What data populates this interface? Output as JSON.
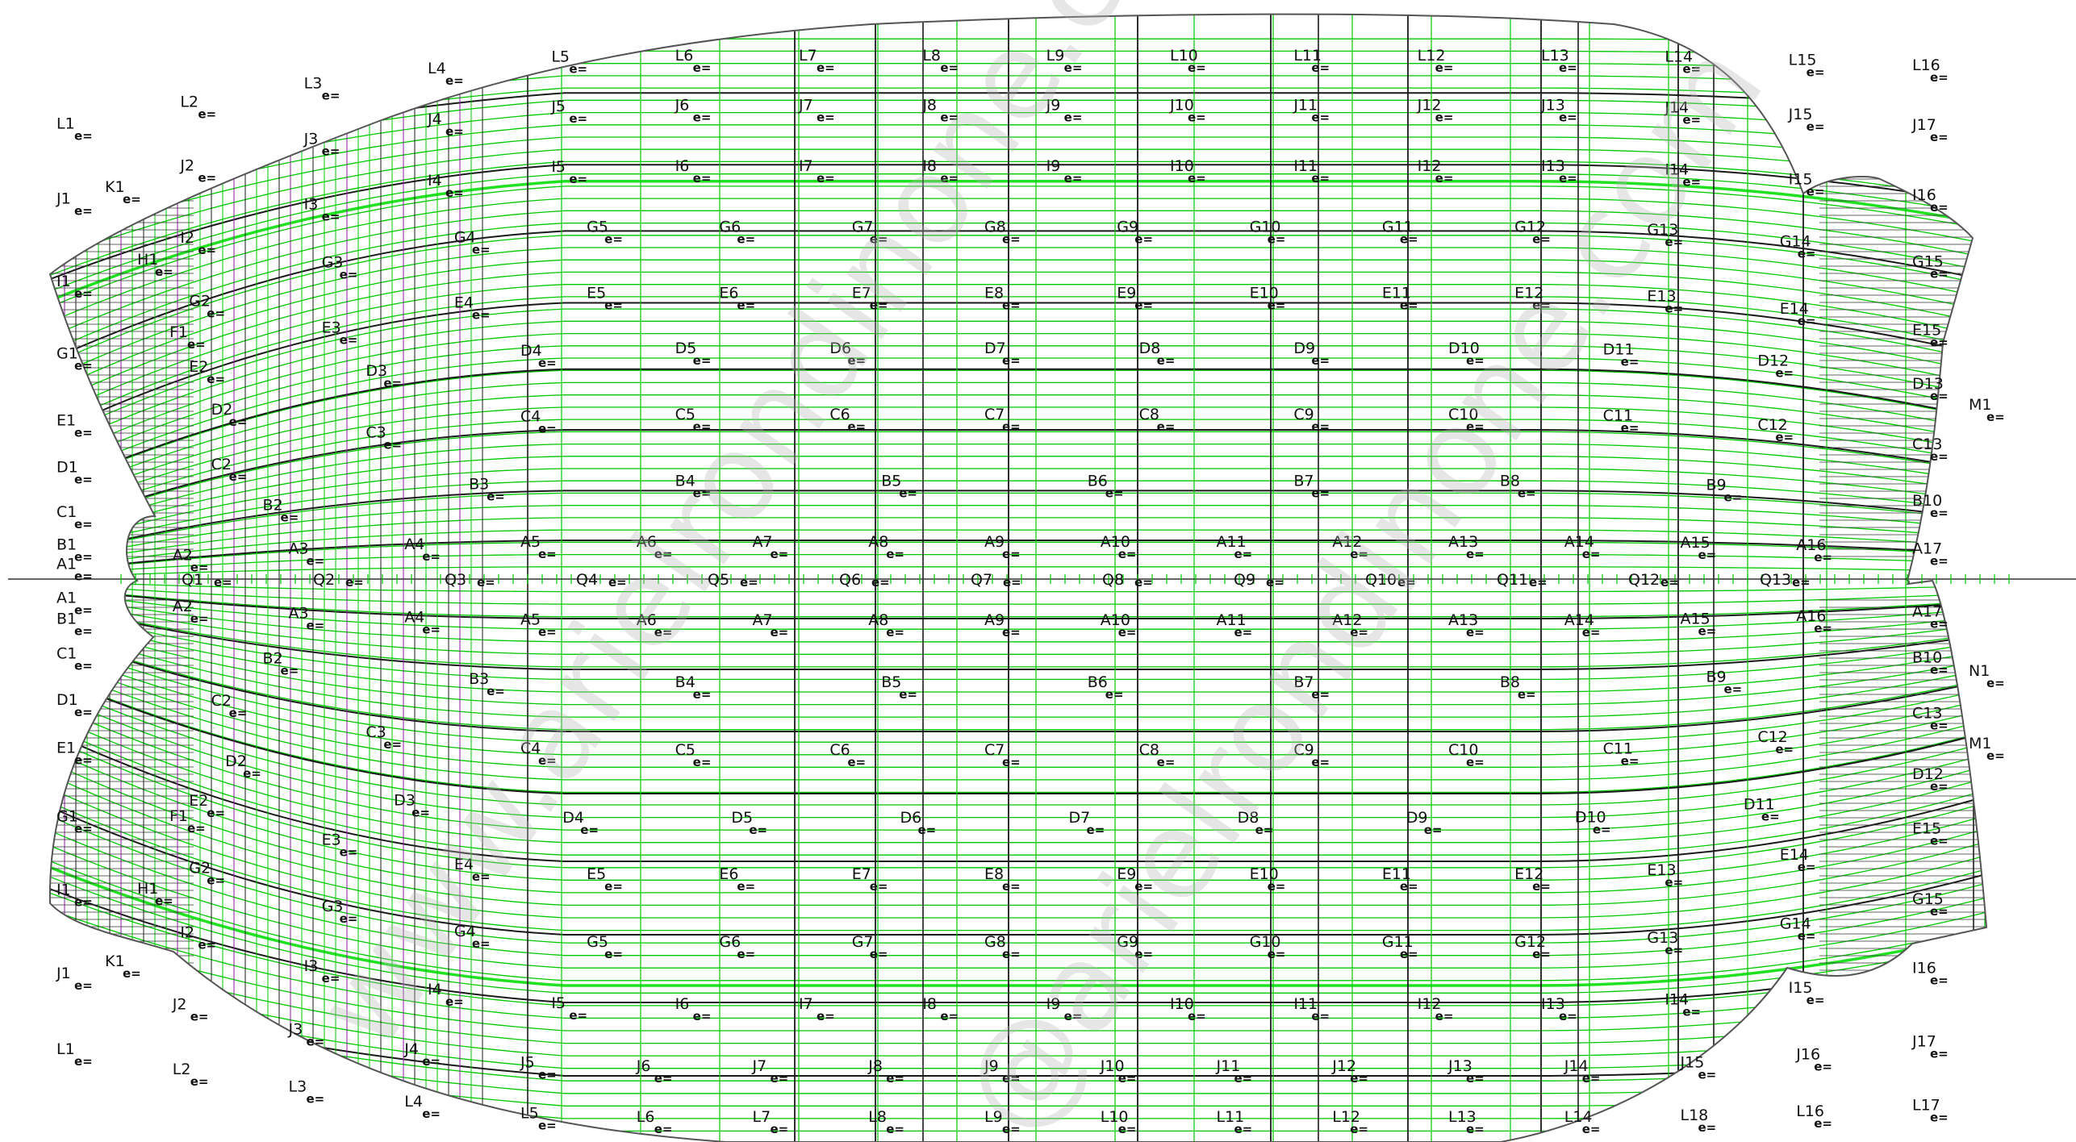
{
  "colors": {
    "background": "#ffffff",
    "outline": "#555555",
    "plank_line": "#00c800",
    "frame_line": "#1a1a1a",
    "frame_accent": "#8a1a9a",
    "label": "#111111",
    "watermark": "#b4b4b4"
  },
  "watermarks": [
    "www.arielrondinone.com",
    "@arielrondinone.com"
  ],
  "marker": "e=",
  "keel_labels": [
    "Q1",
    "Q2",
    "Q3",
    "Q4",
    "Q5",
    "Q6",
    "Q7",
    "Q8",
    "Q9",
    "Q10",
    "Q11",
    "Q12",
    "Q13"
  ],
  "upper_half": {
    "rows": [
      {
        "row": "L",
        "labels": [
          "L1",
          "L2",
          "L3",
          "L4",
          "L5",
          "L6",
          "L7",
          "L8",
          "L9",
          "L10",
          "L11",
          "L12",
          "L13",
          "L14",
          "L15",
          "L16"
        ]
      },
      {
        "row": "J",
        "labels": [
          "J1",
          "J2",
          "J3",
          "J4",
          "J5",
          "J6",
          "J7",
          "J8",
          "J9",
          "J10",
          "J11",
          "J12",
          "J13",
          "J14",
          "J15",
          "J17"
        ]
      },
      {
        "row": "I",
        "labels": [
          "I1",
          "I2",
          "I3",
          "I4",
          "I5",
          "I6",
          "I7",
          "I8",
          "I9",
          "I10",
          "I11",
          "I12",
          "I13",
          "I14",
          "I15",
          "I16"
        ]
      },
      {
        "row": "G",
        "labels": [
          "G1",
          "G2",
          "G3",
          "G4",
          "G5",
          "G6",
          "G7",
          "G8",
          "G9",
          "G10",
          "G11",
          "G12",
          "G13",
          "G14",
          "G15"
        ]
      },
      {
        "row": "E",
        "labels": [
          "E1",
          "E2",
          "E3",
          "E4",
          "E5",
          "E6",
          "E7",
          "E8",
          "E9",
          "E10",
          "E11",
          "E12",
          "E13",
          "E14",
          "E15"
        ]
      },
      {
        "row": "D",
        "labels": [
          "D1",
          "D2",
          "D3",
          "D4",
          "D5",
          "D6",
          "D7",
          "D8",
          "D9",
          "D10",
          "D11",
          "D12",
          "D13"
        ]
      },
      {
        "row": "C",
        "labels": [
          "C1",
          "C2",
          "C3",
          "C4",
          "C5",
          "C6",
          "C7",
          "C8",
          "C9",
          "C10",
          "C11",
          "C12",
          "C13"
        ]
      },
      {
        "row": "B",
        "labels": [
          "B1",
          "B2",
          "B3",
          "B4",
          "B5",
          "B6",
          "B7",
          "B8",
          "B9",
          "B10"
        ]
      },
      {
        "row": "A",
        "labels": [
          "A1",
          "A2",
          "A3",
          "A4",
          "A5",
          "A6",
          "A7",
          "A8",
          "A9",
          "A10",
          "A11",
          "A12",
          "A13",
          "A14",
          "A15",
          "A16",
          "A17"
        ]
      },
      {
        "row": "extra",
        "labels": [
          "K1",
          "H1",
          "F1",
          "M1"
        ]
      }
    ]
  },
  "lower_half": {
    "rows": [
      {
        "row": "A",
        "labels": [
          "A1",
          "A2",
          "A3",
          "A4",
          "A5",
          "A6",
          "A7",
          "A8",
          "A9",
          "A10",
          "A11",
          "A12",
          "A13",
          "A14",
          "A15",
          "A16",
          "A17"
        ]
      },
      {
        "row": "B",
        "labels": [
          "B1",
          "B2",
          "B3",
          "B4",
          "B5",
          "B6",
          "B7",
          "B8",
          "B9",
          "B10"
        ]
      },
      {
        "row": "C",
        "labels": [
          "C1",
          "C2",
          "C3",
          "C4",
          "C5",
          "C6",
          "C7",
          "C8",
          "C9",
          "C10",
          "C11",
          "C12",
          "C13"
        ]
      },
      {
        "row": "D",
        "labels": [
          "D1",
          "D2",
          "D3",
          "D4",
          "D5",
          "D6",
          "D7",
          "D8",
          "D9",
          "D10",
          "D11",
          "D12"
        ]
      },
      {
        "row": "E",
        "labels": [
          "E1",
          "E2",
          "E3",
          "E4",
          "E5",
          "E6",
          "E7",
          "E8",
          "E9",
          "E10",
          "E11",
          "E12",
          "E13",
          "E14",
          "E15"
        ]
      },
      {
        "row": "G",
        "labels": [
          "G1",
          "G2",
          "G3",
          "G4",
          "G5",
          "G6",
          "G7",
          "G8",
          "G9",
          "G10",
          "G11",
          "G12",
          "G13",
          "G14",
          "G15"
        ]
      },
      {
        "row": "I",
        "labels": [
          "I1",
          "I2",
          "I3",
          "I4",
          "I5",
          "I6",
          "I7",
          "I8",
          "I9",
          "I10",
          "I11",
          "I12",
          "I13",
          "I14",
          "I15",
          "I16"
        ]
      },
      {
        "row": "J",
        "labels": [
          "J1",
          "J2",
          "J3",
          "J4",
          "J5",
          "J6",
          "J7",
          "J8",
          "J9",
          "J10",
          "J11",
          "J12",
          "J13",
          "J14",
          "J15",
          "J16",
          "J17"
        ]
      },
      {
        "row": "L",
        "labels": [
          "L1",
          "L2",
          "L3",
          "L4",
          "L5",
          "L6",
          "L7",
          "L8",
          "L9",
          "L10",
          "L11",
          "L12",
          "L13",
          "L14",
          "L18",
          "L16",
          "L17"
        ]
      },
      {
        "row": "extra",
        "labels": [
          "K1",
          "H1",
          "F1",
          "M1",
          "N1"
        ]
      }
    ]
  }
}
